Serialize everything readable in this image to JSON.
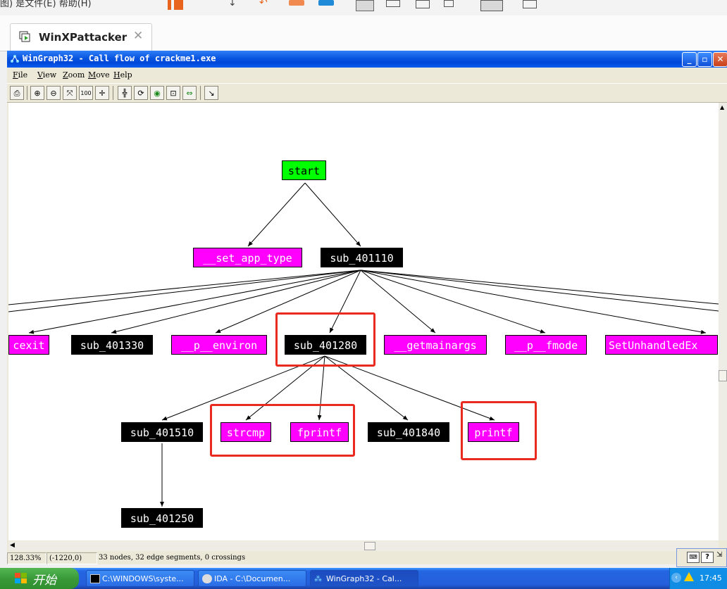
{
  "host": {
    "menu_text": "图)  是文件(E)  帮助(H)",
    "tab_title": "WinXPattacker",
    "tab_close": "✕"
  },
  "window": {
    "title": "WinGraph32 - Call flow of crackme1.exe",
    "menu": [
      "File",
      "View",
      "Zoom",
      "Move",
      "Help"
    ],
    "controls": {
      "minimize": "_",
      "maximize": "▫",
      "close": "✕"
    }
  },
  "toolbar": {
    "buttons": [
      {
        "name": "print-button",
        "glyph": "⎙"
      },
      {
        "name": "zoom-in-button",
        "glyph": "⊕"
      },
      {
        "name": "zoom-out-button",
        "glyph": "⊖"
      },
      {
        "name": "fit-button",
        "glyph": "⤧"
      },
      {
        "name": "zoom-100-button",
        "glyph": "100"
      },
      {
        "name": "center-button",
        "glyph": "✛"
      },
      {
        "name": "layout-button",
        "glyph": "╬"
      },
      {
        "name": "rotate-button",
        "glyph": "⟳"
      },
      {
        "name": "nav-button",
        "glyph": "◉"
      },
      {
        "name": "view-button",
        "glyph": "⊡"
      },
      {
        "name": "next-button",
        "glyph": "⇔"
      },
      {
        "name": "arrow-button",
        "glyph": "↘"
      }
    ]
  },
  "graph": {
    "nodes": {
      "start": "start",
      "set_app_type": "__set_app_type",
      "sub_401110": "sub_401110",
      "cexit": "cexit",
      "sub_401330": "sub_401330",
      "p_environ": "__p__environ",
      "sub_401280": "sub_401280",
      "getmainargs": "__getmainargs",
      "p_fmode": "__p__fmode",
      "set_unhandled": "SetUnhandledEx",
      "sub_401510": "sub_401510",
      "strcmp": "strcmp",
      "fprintf": "fprintf",
      "sub_401840": "sub_401840",
      "printf": "printf",
      "sub_401250": "sub_401250"
    }
  },
  "status": {
    "zoom": "128.33%",
    "coords": "(-1220,0)",
    "info": "33 nodes, 32 edge segments, 0 crossings"
  },
  "taskbar": {
    "start": "开始",
    "tasks": [
      {
        "label": "C:\\WINDOWS\\syste..."
      },
      {
        "label": "IDA - C:\\Documen..."
      },
      {
        "label": "WinGraph32 - Cal..."
      }
    ],
    "clock": "17:45"
  },
  "colors": {
    "titlebar": "#0a55e0",
    "node_black": "#000000",
    "node_magenta": "#ff00ff",
    "node_green": "#00ff00",
    "highlight": "#ea2a1e"
  }
}
